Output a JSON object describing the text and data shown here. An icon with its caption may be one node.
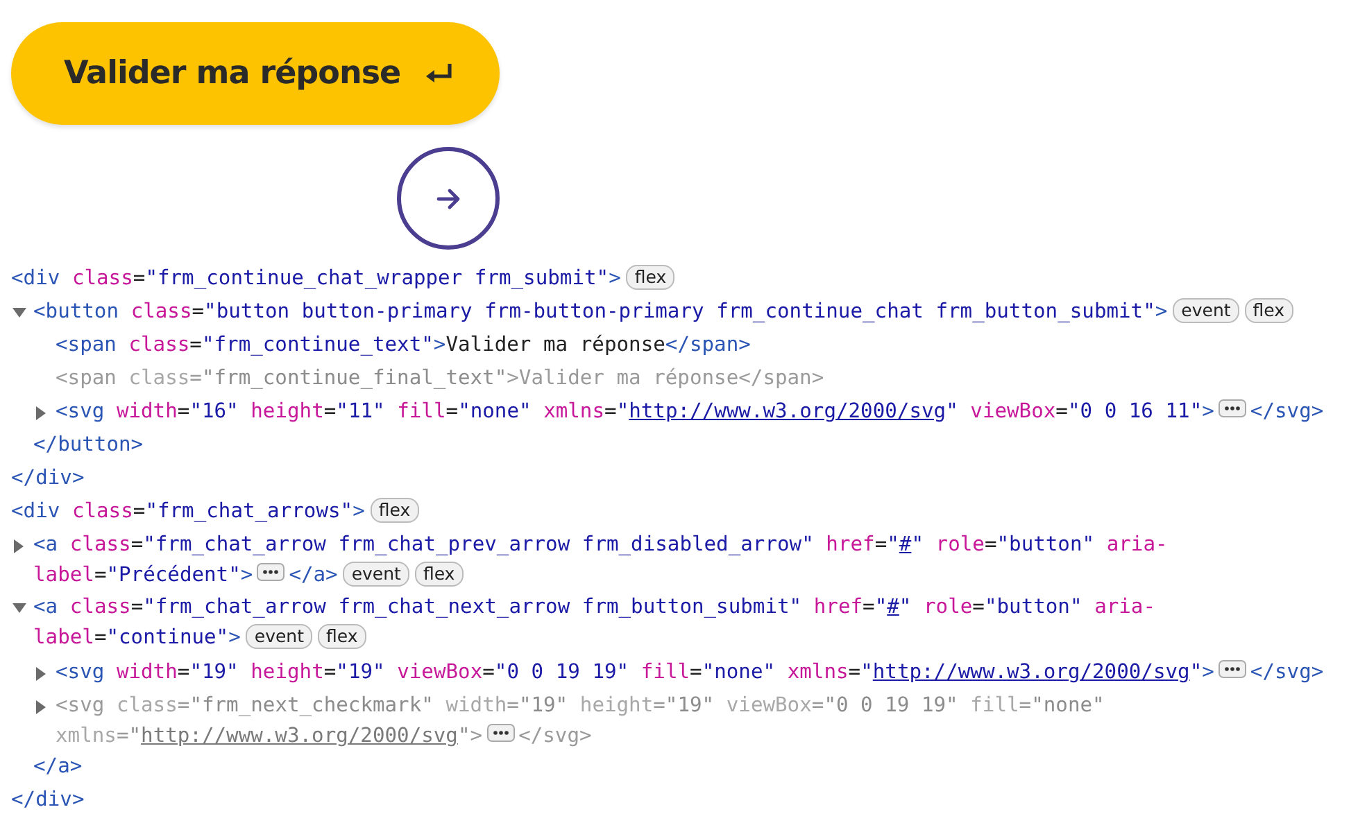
{
  "diagram": {
    "nodes": [
      {
        "text": [
          "Valider ma réponse"
        ]
      },
      {
        "text": [],
        "shape": "circle"
      }
    ],
    "labels": [
      "<div class=\"frm_continue_chat_wrapper frm_submit\">",
      "flex",
      "<button class=\"button button-primary frm-button-primary frm_continue_chat frm_button_submit\">",
      "event",
      "flex",
      "<span class=\"frm_continue_text\">Valider ma réponse</span>",
      "<span class=\"frm_continue_final_text\">Valider ma réponse</span>",
      "<svg width=\"16\" height=\"11\" fill=\"none\" xmlns=\"http://www.w3.org/2000/svg\" viewBox=\"0 0 16 11\">",
      "</svg>",
      "</button>",
      "</div>",
      "<div class=\"frm_chat_arrows\">",
      "flex",
      "<a class=\"frm_chat_arrow frm_chat_prev_arrow frm_disabled_arrow\" href=\"#\" role=\"button\" aria-label=\"Précédent\">",
      "</a>",
      "event",
      "flex",
      "<a class=\"frm_chat_arrow frm_chat_next_arrow frm_button_submit\" href=\"#\" role=\"button\" aria-label=\"continue\">",
      "event",
      "flex",
      "<svg width=\"19\" height=\"19\" viewBox=\"0 0 19 19\" fill=\"none\" xmlns=\"http://www.w3.org/2000/svg\">",
      "</svg>",
      "<svg class=\"frm_next_checkmark\" width=\"19\" height=\"19\" viewBox=\"0 0 19 19\" fill=\"none\" xmlns=\"http://www.w3.org/2000/svg\">",
      "</svg>",
      "</a>",
      "</div>"
    ]
  }
}
